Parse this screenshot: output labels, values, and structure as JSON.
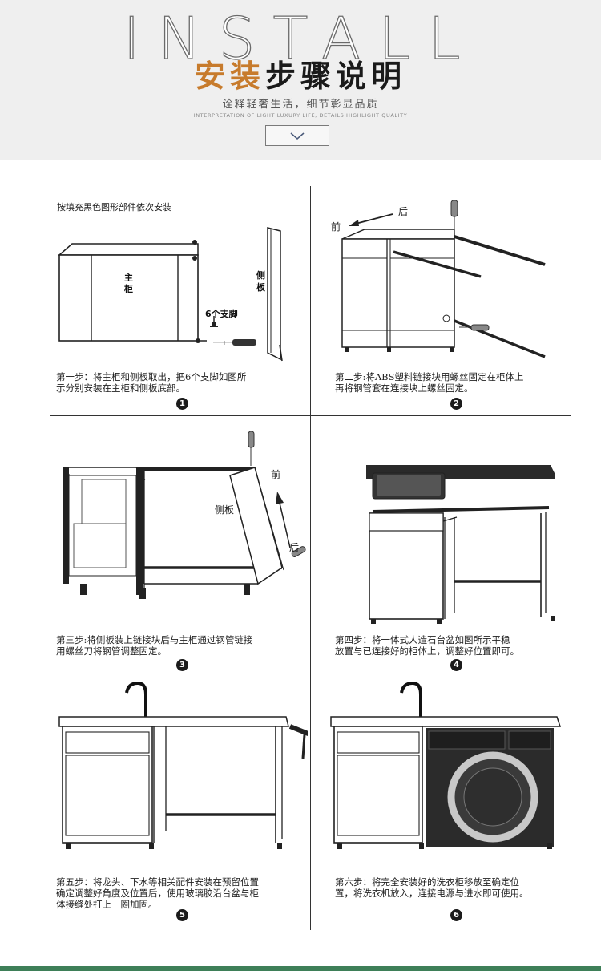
{
  "header": {
    "install_word": "INSTALL",
    "title_accent": "安装",
    "title_rest": "步骤说明",
    "slogan": "诠释轻奢生活，细节彰显品质",
    "slogan_en": "INTERPRETATION OF LIGHT LUXURY LIFE, DETAILS HIGHLIGHT QUALITY"
  },
  "intro": "按填充黑色图形部件依次安装",
  "steps": [
    {
      "number": "1",
      "caption_line1": "第一步：将主柜和侧板取出，把6个支脚如图所",
      "caption_line2": "示分别安装在主柜和侧板底部。",
      "caption_line3": ""
    },
    {
      "number": "2",
      "caption_line1": "第二步:将ABS塑料链接块用螺丝固定在柜体上",
      "caption_line2": "再将钢管套在连接块上螺丝固定。",
      "caption_line3": ""
    },
    {
      "number": "3",
      "caption_line1": "第三步:将侧板装上链接块后与主柜通过钢管链接",
      "caption_line2": "用螺丝刀将钢管调整固定。",
      "caption_line3": ""
    },
    {
      "number": "4",
      "caption_line1": "第四步：将一体式人造石台盆如图所示平稳",
      "caption_line2": "放置与已连接好的柜体上，调整好位置即可。",
      "caption_line3": ""
    },
    {
      "number": "5",
      "caption_line1": "第五步：将龙头、下水等相关配件安装在预留位置",
      "caption_line2": "确定调整好角度及位置后，使用玻璃胶沿台盆与柜",
      "caption_line3": "体接缝处打上一圈加固。"
    },
    {
      "number": "6",
      "caption_line1": "第六步：将完全安装好的洗衣柜移放至确定位",
      "caption_line2": "置，将洗衣机放入，连接电源与进水即可使用。",
      "caption_line3": ""
    }
  ],
  "labels": {
    "main_cabinet_1": "主",
    "main_cabinet_2": "柜",
    "side_panel_1": "侧",
    "side_panel_2": "板",
    "legs": "6个支脚",
    "front": "前",
    "back": "后",
    "side_panel": "侧板"
  }
}
